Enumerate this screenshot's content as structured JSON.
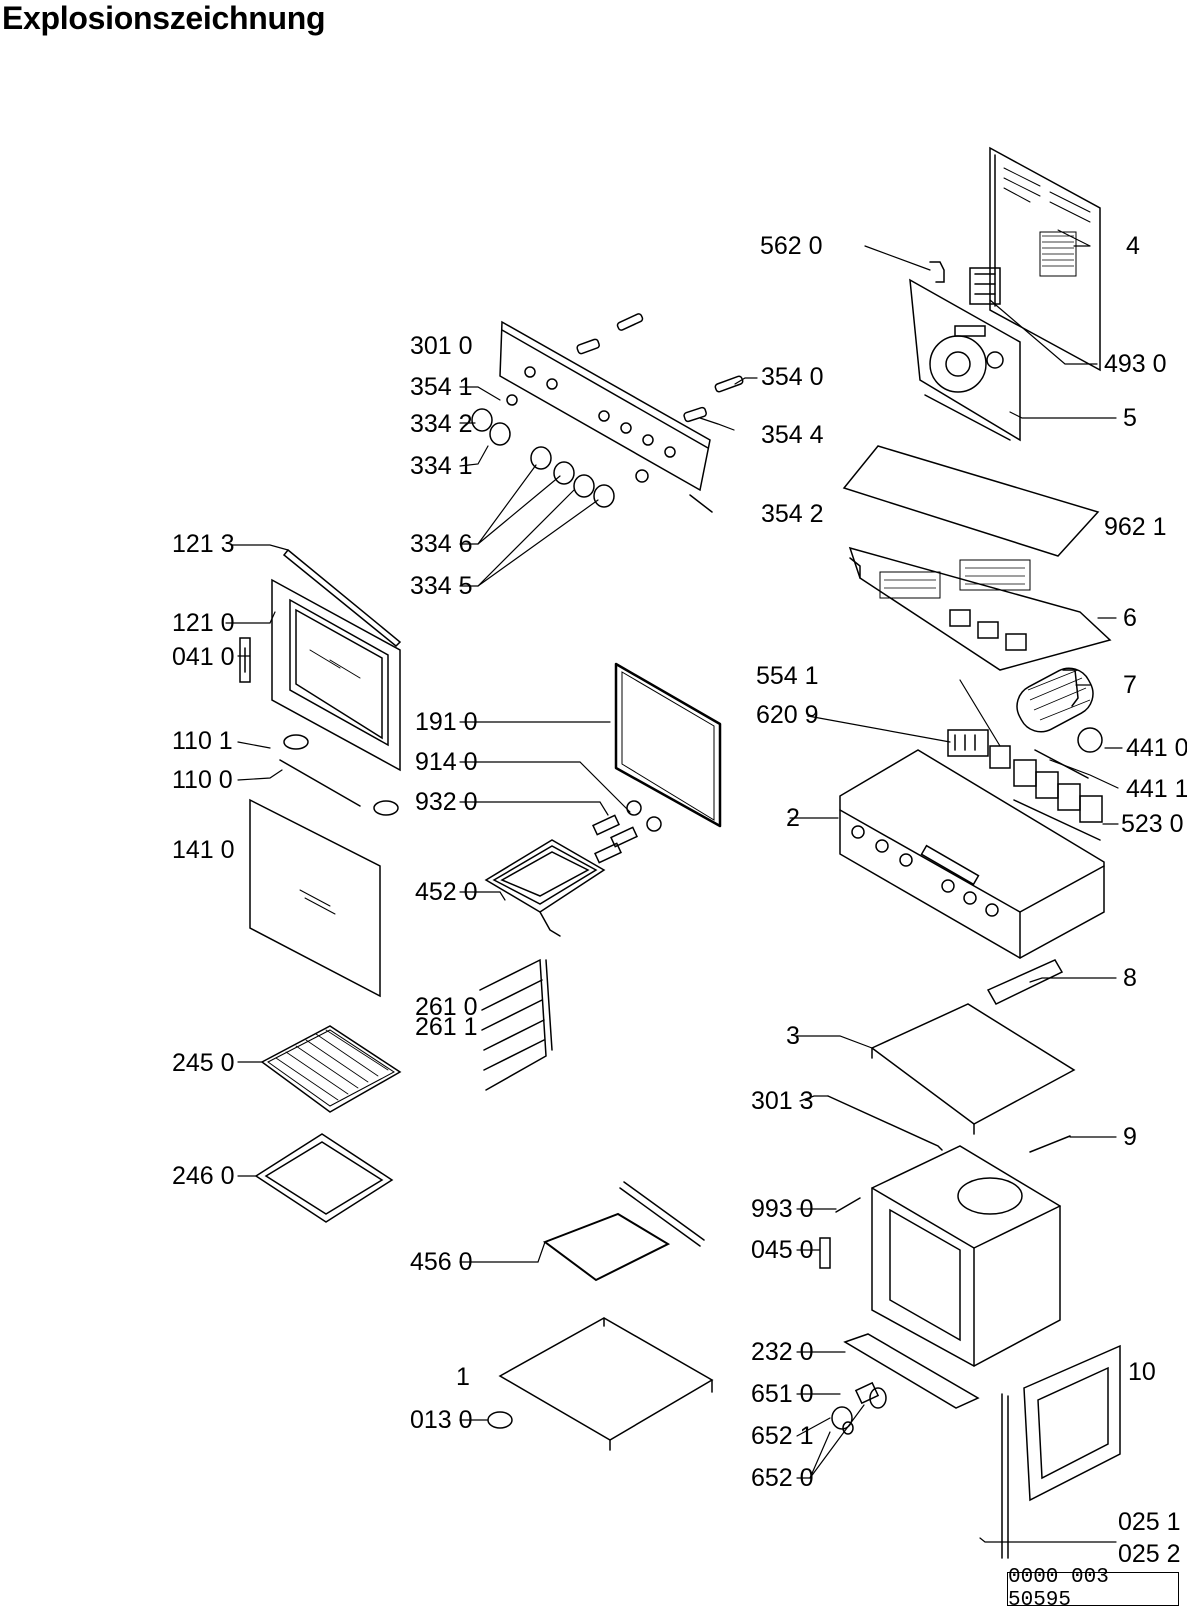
{
  "title": "Explosionszeichnung",
  "reference_number": "0000 003 50595",
  "labels": [
    "562 0",
    "4",
    "493 0",
    "301 0",
    "354 1",
    "354 0",
    "334 2",
    "5",
    "354 4",
    "334 1",
    "354 2",
    "962 1",
    "121 3",
    "334 6",
    "334 5",
    "121 0",
    "6",
    "041 0",
    "554 1",
    "7",
    "620 9",
    "191 0",
    "110 1",
    "441 0",
    "914 0",
    "441 1",
    "110 0",
    "932 0",
    "2",
    "523 0",
    "141 0",
    "452 0",
    "8",
    "261 0",
    "261 1",
    "3",
    "245 0",
    "301 3",
    "9",
    "246 0",
    "993 0",
    "045 0",
    "456 0",
    "232 0",
    "1",
    "10",
    "651 0",
    "013 0",
    "652 1",
    "652 0",
    "025 1",
    "025 2"
  ]
}
